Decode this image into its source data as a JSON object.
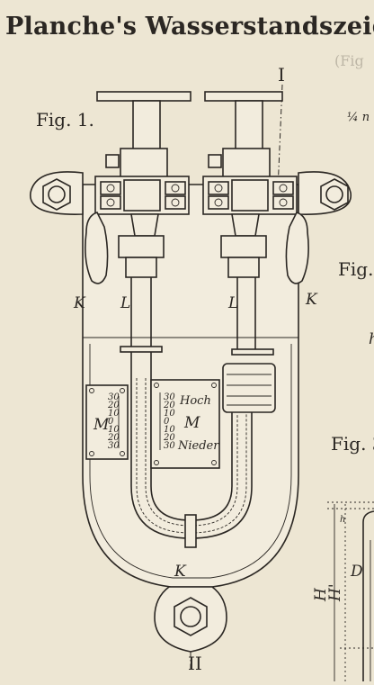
{
  "title": "Planche's Wasserstandszeiger für",
  "faint_ref": "(Fig",
  "fraction": "¼ n",
  "figures": {
    "fig1": "Fig. 1.",
    "fig2": "Fig.",
    "fig3": "Fig. 3"
  },
  "section_marks": {
    "top": "I",
    "bottom": "II"
  },
  "letters": {
    "K": "K",
    "L": "L",
    "M": "M",
    "D": "D",
    "H": "H",
    "H_prime": "H'",
    "h_right": "h",
    "h_small": "h"
  },
  "gauge": {
    "upper_label": "Hoch",
    "lower_label": "Nieder",
    "left_scale": [
      "30",
      "20",
      "10",
      "0",
      "10",
      "20",
      "30"
    ],
    "right_scale": [
      "30",
      "20",
      "10",
      "0",
      "10",
      "20",
      "30"
    ]
  }
}
